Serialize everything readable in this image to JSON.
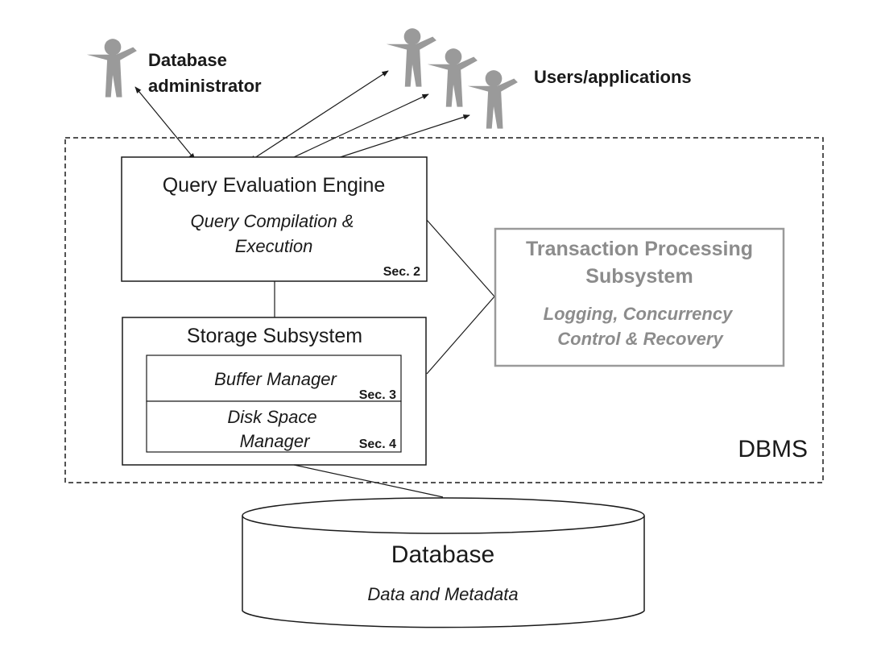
{
  "actors": {
    "admin_label_line1": "Database",
    "admin_label_line2": "administrator",
    "users_label": "Users/applications"
  },
  "dbms": {
    "label": "DBMS"
  },
  "query_engine": {
    "title": "Query Evaluation Engine",
    "subtitle_line1": "Query Compilation &",
    "subtitle_line2": "Execution",
    "section": "Sec. 2"
  },
  "storage": {
    "title": "Storage Subsystem",
    "buffer_label": "Buffer Manager",
    "buffer_section": "Sec. 3",
    "disk_label_line1": "Disk Space",
    "disk_label_line2": "Manager",
    "disk_section": "Sec. 4"
  },
  "transaction": {
    "title_line1": "Transaction Processing",
    "title_line2": "Subsystem",
    "subtitle_line1": "Logging, Concurrency",
    "subtitle_line2": "Control & Recovery"
  },
  "database": {
    "title": "Database",
    "subtitle": "Data and Metadata"
  },
  "colors": {
    "ink": "#1a1a1a",
    "figure": "#9a9a9a",
    "muted": "#8c8c8c"
  },
  "icons": [
    "person-icon"
  ]
}
